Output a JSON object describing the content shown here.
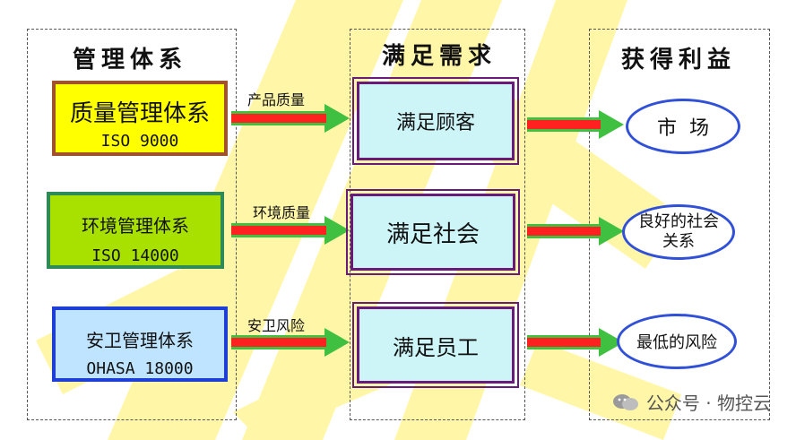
{
  "columns": {
    "systems_title": "管理体系",
    "needs_title": "满足需求",
    "benefits_title": "获得利益"
  },
  "rows": [
    {
      "system_name": "质量管理体系",
      "system_std": "ISO 9000",
      "arrow_label": "产品质量",
      "need": "满足顾客",
      "benefit_line1": "市  场",
      "benefit_line2": ""
    },
    {
      "system_name": "环境管理体系",
      "system_std": "ISO 14000",
      "arrow_label": "环境质量",
      "need": "满足社会",
      "benefit_line1": "良好的社会",
      "benefit_line2": "关系"
    },
    {
      "system_name": "安卫管理体系",
      "system_std": "OHASA 18000",
      "arrow_label": "安卫风险",
      "need": "满足员工",
      "benefit_line1": "最低的风险",
      "benefit_line2": ""
    }
  ],
  "watermark": "公众号 · 物控云",
  "colors": {
    "arrow_red": "#ff2020",
    "arrow_green": "#40c040",
    "ellipse_blue": "#3050d8",
    "need_bg": "#cdf4f7",
    "need_border": "#6a1b7a",
    "box1_bg": "#ffff00",
    "box1_border": "#a0522d",
    "box2_bg": "#a8e000",
    "box2_border": "#2e8b57",
    "box3_bg": "#bfe4ff",
    "box3_border": "#1d3fd8",
    "background_stripes": "#fff7a8"
  }
}
